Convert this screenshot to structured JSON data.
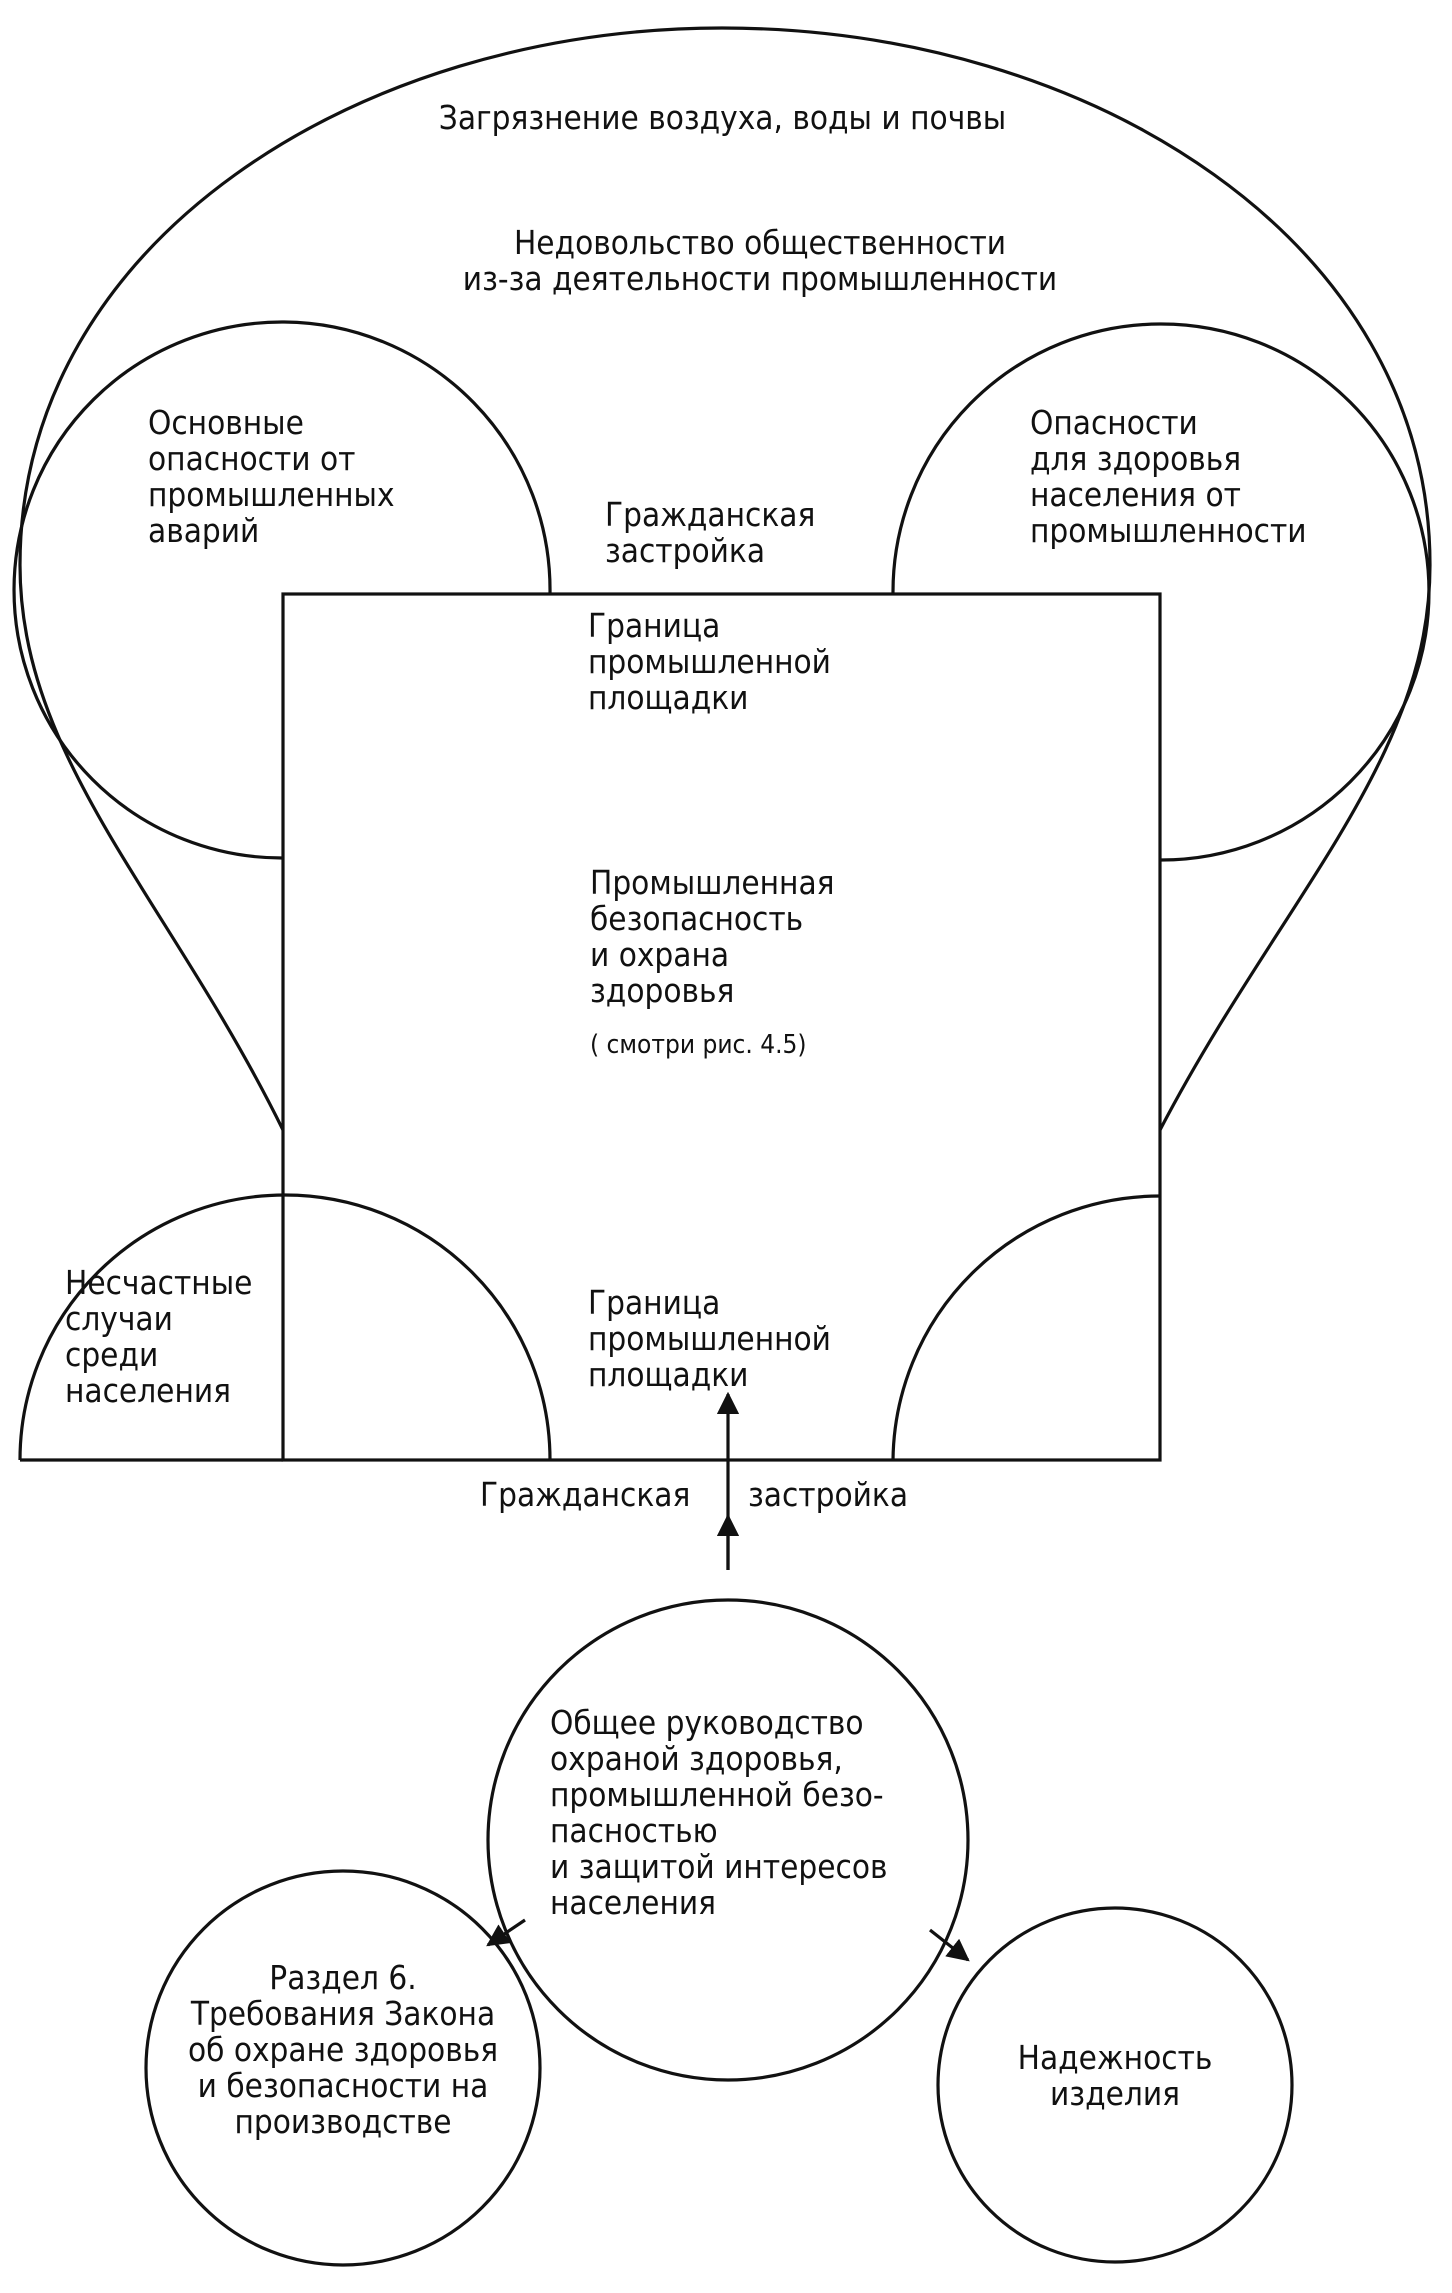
{
  "outer_zone": "Загрязнение воздуха, воды и почвы",
  "public_concern": "Недовольство общественности\nиз-за деятельности промышленности",
  "major_hazards": "Основные\nопасности от\nпромышленных\nаварий",
  "public_health": "Опасности\nдля здоровья\nнаселения от\nпромышленности",
  "civil_top": "Гражданская\nзастройка",
  "boundary_top": "Граница\nпромышленной\nплощадки",
  "industrial_safety": "Промышленная\nбезопасность\nи охрана\nздоровья",
  "see_figure": "( смотри рис. 4.5)",
  "public_accidents": "Несчастные\nслучаи\nсреди\nнаселения",
  "boundary_bottom": "Граница\nпромышленной\nплощадки",
  "civil_bottom_left": "Гражданская",
  "civil_bottom_right": "застройка",
  "management": "Общее руководство\nохраной здоровья,\nпромышленной безо-\nпасностью\nи защитой интересов\nнаселения",
  "section6": "Раздел 6.\nТребования Закона\nоб охране здоровья\nи безопасности на\nпроизводстве",
  "reliability": "Надежность\nизделия"
}
